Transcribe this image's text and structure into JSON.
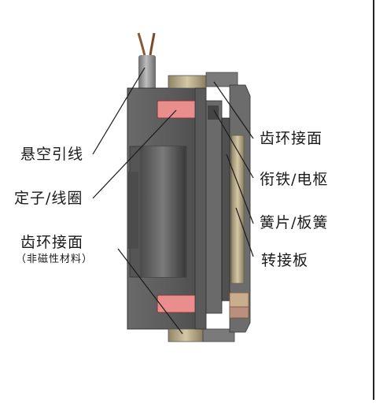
{
  "diagram": {
    "labels": {
      "suspended_lead": "悬空引线",
      "stator_coil": "定子/线圈",
      "toothed_ring_left": "齿环接面",
      "toothed_ring_left_note": "（非磁性材料）",
      "toothed_ring_right": "齿环接面",
      "armature": "衔铁/电枢",
      "spring_plate": "簧片/板簧",
      "adapter_plate": "转接板"
    },
    "colors": {
      "housing": "#5f5f5f",
      "housing_dark": "#3e3e3e",
      "coil": "#e98d8d",
      "brass": "#b9ad8d",
      "cable": "#8a8a8a",
      "wire_brown": "#8a5a35"
    }
  }
}
